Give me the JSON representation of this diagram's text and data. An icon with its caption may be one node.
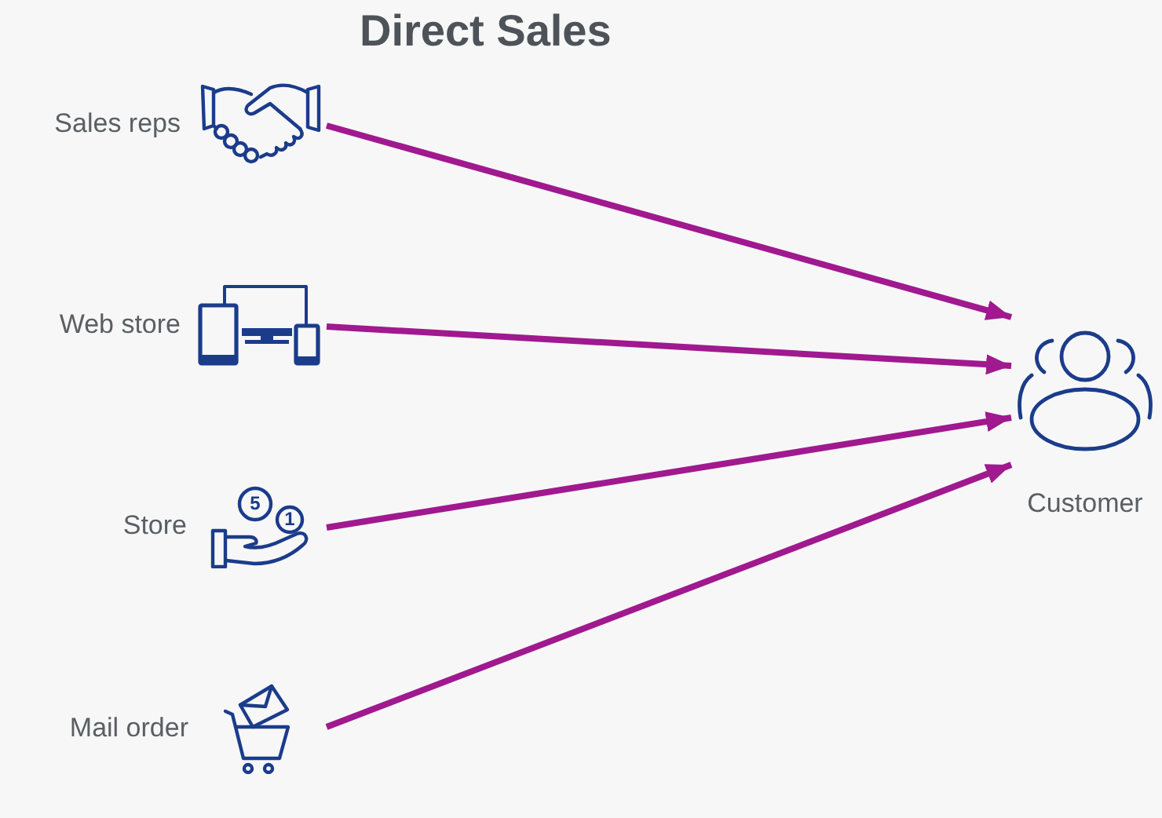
{
  "diagram": {
    "title": "Direct Sales",
    "nodes": [
      {
        "text": [
          "Sales reps"
        ]
      },
      {
        "text": [
          "Web store"
        ]
      },
      {
        "text": [
          "Store"
        ]
      },
      {
        "text": [
          "Mail order"
        ]
      },
      {
        "text": [
          "Customer"
        ]
      }
    ],
    "edges": [
      {
        "from": 0,
        "to": 4,
        "arrow": "to"
      },
      {
        "from": 1,
        "to": 4,
        "arrow": "to"
      },
      {
        "from": 2,
        "to": 4,
        "arrow": "to"
      },
      {
        "from": 3,
        "to": 4,
        "arrow": "to"
      }
    ],
    "labels": [
      "5",
      "1"
    ]
  }
}
